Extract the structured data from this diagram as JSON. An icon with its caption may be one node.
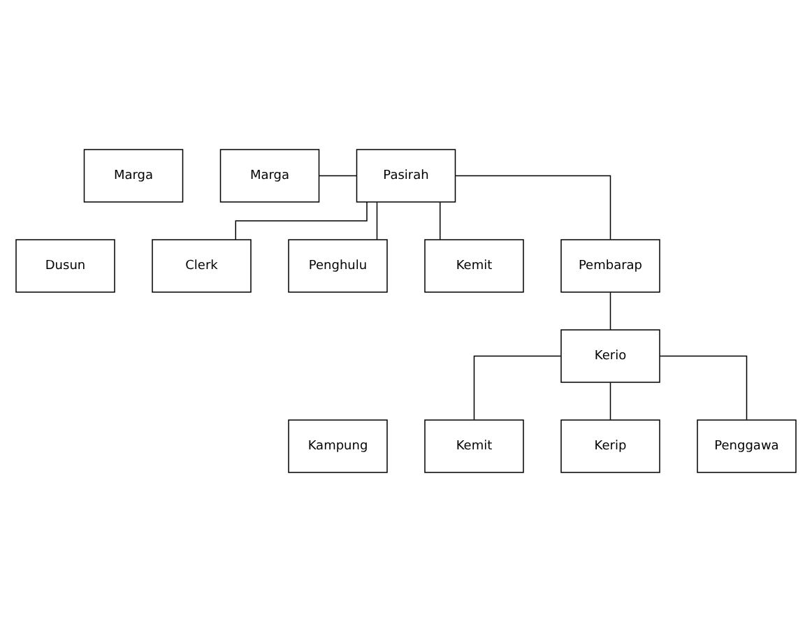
{
  "diagram": {
    "nodes": [
      {
        "text": [
          "Marga"
        ]
      },
      {
        "text": [
          "Dusun"
        ]
      },
      {
        "text": [
          "Kampung"
        ]
      },
      {
        "text": [
          "Marga"
        ]
      },
      {
        "text": [
          "Pasirah"
        ]
      },
      {
        "text": [
          "Clerk"
        ]
      },
      {
        "text": [
          "Penghulu"
        ]
      },
      {
        "text": [
          "Kemit"
        ]
      },
      {
        "text": [
          "Pembarap"
        ]
      },
      {
        "text": [
          "Kerio"
        ]
      },
      {
        "text": [
          "Kemit"
        ]
      },
      {
        "text": [
          "Kerip"
        ]
      },
      {
        "text": [
          "Penggawa"
        ]
      }
    ],
    "edges": [
      {
        "from": 3,
        "to": 4,
        "arrow": "none"
      },
      {
        "from": 4,
        "to": 5,
        "arrow": "none"
      },
      {
        "from": 4,
        "to": 6,
        "arrow": "none"
      },
      {
        "from": 4,
        "to": 7,
        "arrow": "none"
      },
      {
        "from": 4,
        "to": 8,
        "arrow": "none"
      },
      {
        "from": 8,
        "to": 9,
        "arrow": "none"
      },
      {
        "from": 9,
        "to": 10,
        "arrow": "none"
      },
      {
        "from": 9,
        "to": 11,
        "arrow": "none"
      },
      {
        "from": 9,
        "to": 12,
        "arrow": "none"
      }
    ]
  }
}
